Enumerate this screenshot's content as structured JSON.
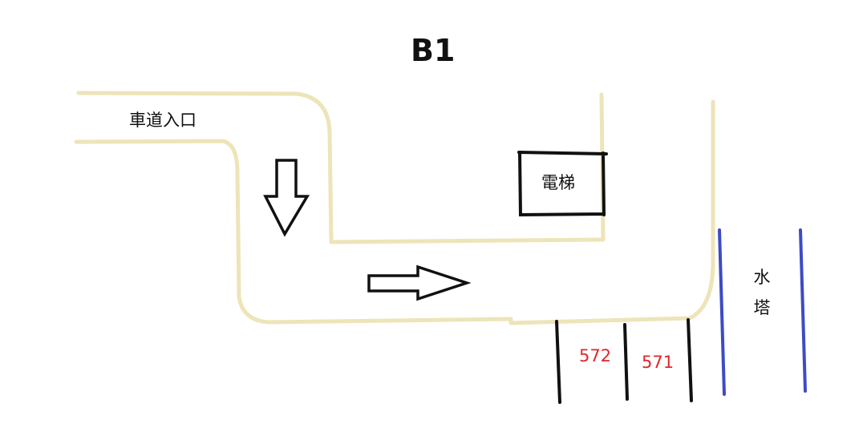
{
  "title": "B1",
  "labels": {
    "driveway_entrance": "車道入口",
    "elevator": "電梯",
    "water_tower_line1": "水",
    "water_tower_line2": "塔"
  },
  "parking_spots": [
    "572",
    "571"
  ],
  "colors": {
    "road": "#ede4b8",
    "outline": "#111111",
    "parking_number": "#e0262b",
    "water_tower_line": "#3d4bc4"
  },
  "icons": {
    "down_arrow": "arrow-down-icon",
    "right_arrow": "arrow-right-icon"
  }
}
